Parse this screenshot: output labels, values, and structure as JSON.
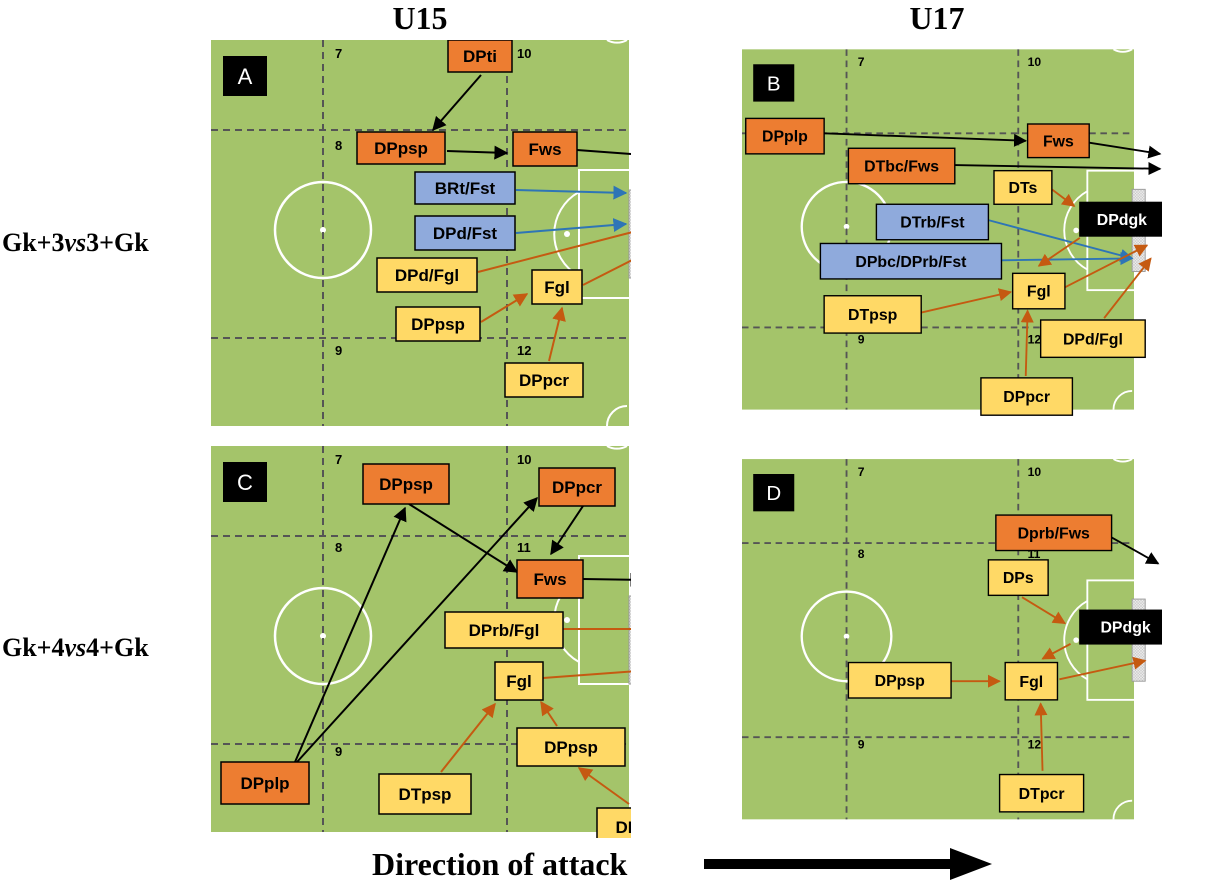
{
  "titles": {
    "left": "U15",
    "right": "U17"
  },
  "row_labels": {
    "top": {
      "pre": "Gk+3",
      "vs": "vs",
      "post": "3+Gk"
    },
    "bottom": {
      "pre": "Gk+4",
      "vs": "vs",
      "post": "4+Gk"
    }
  },
  "footer": {
    "text": "Direction of attack"
  },
  "colors": {
    "pitch": "#a4c46a",
    "orange": "#ed7d31",
    "yellow": "#ffd966",
    "blue": "#8faadc",
    "black": "#000000",
    "arrow_orange": "#c55a11",
    "arrow_blue": "#2e75b6",
    "arrow_black": "#000000"
  },
  "panels": [
    {
      "letter": "A",
      "zones": [
        "7",
        "8",
        "9",
        "10",
        "12"
      ],
      "boxes": [
        "DPti",
        "DPpsp",
        "Fws",
        "BRt/Fst",
        "DPd/Fst",
        "DPd/Fgl",
        "Fgl",
        "DPpsp",
        "DPpcr"
      ]
    },
    {
      "letter": "B",
      "zones": [
        "7",
        "9",
        "10",
        "12"
      ],
      "boxes": [
        "DPplp",
        "Fws",
        "DTbc/Fws",
        "DTs",
        "DPdgk",
        "DTrb/Fst",
        "DPbc/DPrb/Fst",
        "Fgl",
        "DTpsp",
        "DPd/Fgl",
        "DPpcr"
      ]
    },
    {
      "letter": "C",
      "zones": [
        "7",
        "8",
        "9",
        "10",
        "11"
      ],
      "boxes": [
        "DPpsp",
        "DPpcr",
        "Fws",
        "DPrb/Fgl",
        "Fgl",
        "DPpsp",
        "DTpsp",
        "DPplp",
        "DPc"
      ]
    },
    {
      "letter": "D",
      "zones": [
        "7",
        "8",
        "9",
        "10",
        "11",
        "12"
      ],
      "boxes": [
        "Dprb/Fws",
        "DPs",
        "DPdgk",
        "DPpsp",
        "Fgl",
        "DTpcr"
      ]
    }
  ]
}
